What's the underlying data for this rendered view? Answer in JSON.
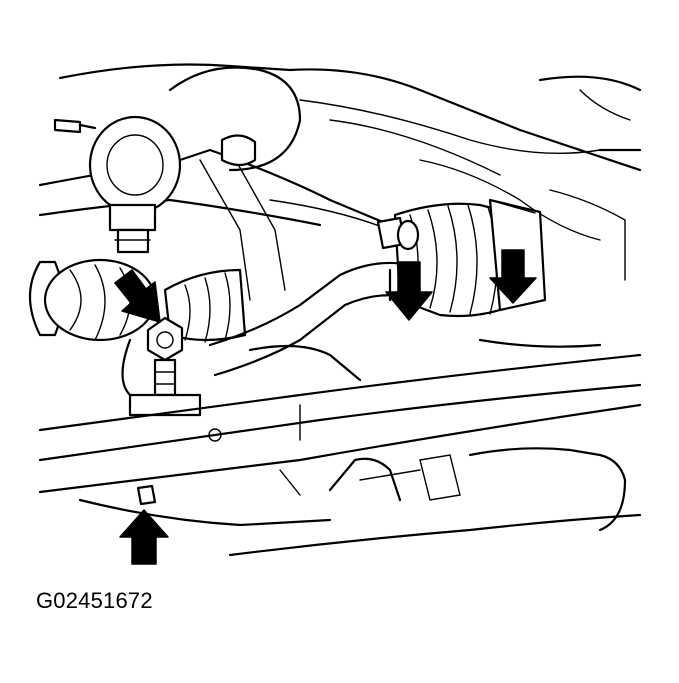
{
  "figure": {
    "code": "G02451672"
  },
  "callouts": [
    {
      "id": "tie-rod-end-nut",
      "icon": "arrow-down-right-icon"
    },
    {
      "id": "left-boot-clamp",
      "icon": "arrow-down-icon"
    },
    {
      "id": "right-boot-clamp",
      "icon": "arrow-down-icon"
    },
    {
      "id": "crossmember-bolt",
      "icon": "arrow-up-icon"
    }
  ],
  "colors": {
    "line": "#000000",
    "background": "#ffffff",
    "arrow": "#000000"
  }
}
